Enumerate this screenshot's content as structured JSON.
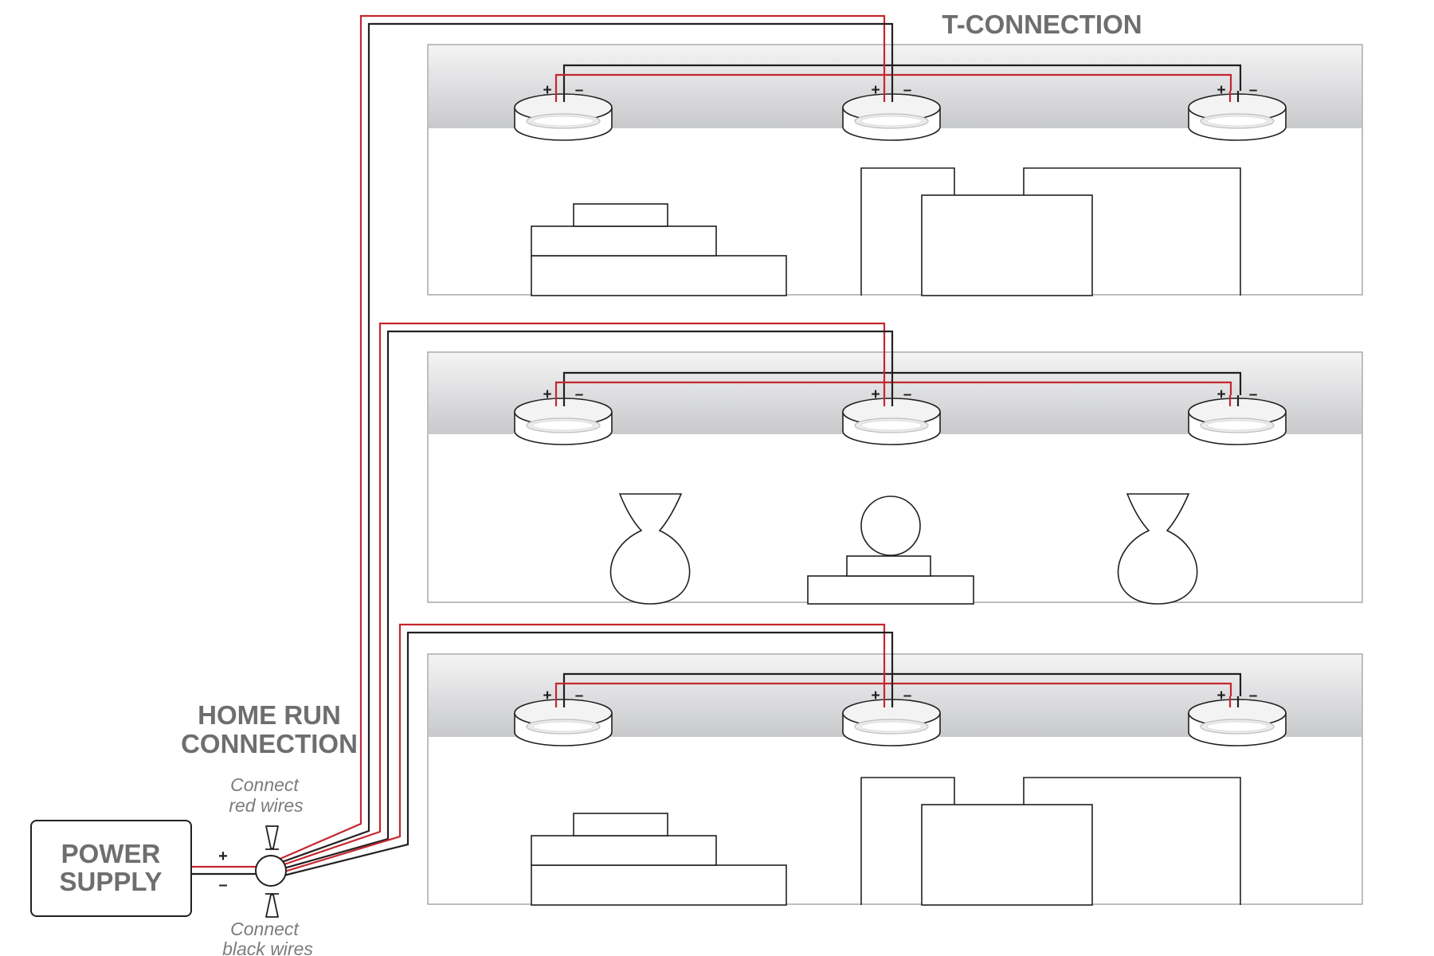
{
  "labels": {
    "t_connection": "T-CONNECTION",
    "home_run_line1": "HOME RUN",
    "home_run_line2": "CONNECTION",
    "power_supply_line1": "POWER",
    "power_supply_line2": "SUPPLY",
    "connect_red_line1": "Connect",
    "connect_red_line2": "red wires",
    "connect_black_line1": "Connect",
    "connect_black_line2": "black wires",
    "plus": "+",
    "minus": "–"
  },
  "colors": {
    "red_wire": "#c4272f",
    "black_wire": "#231f20",
    "title_gray": "#6d6e70",
    "note_gray": "#7b7c7e",
    "cabinet_outline": "#a7a9ac"
  },
  "shelves": [
    {
      "name": "top",
      "lights": 3,
      "items": [
        "stacked-books-left",
        "boxes-right"
      ]
    },
    {
      "name": "middle",
      "lights": 3,
      "items": [
        "vase-left",
        "ball-on-stand",
        "vase-right"
      ]
    },
    {
      "name": "bottom",
      "lights": 3,
      "items": [
        "stacked-books-left",
        "boxes-right"
      ]
    }
  ]
}
